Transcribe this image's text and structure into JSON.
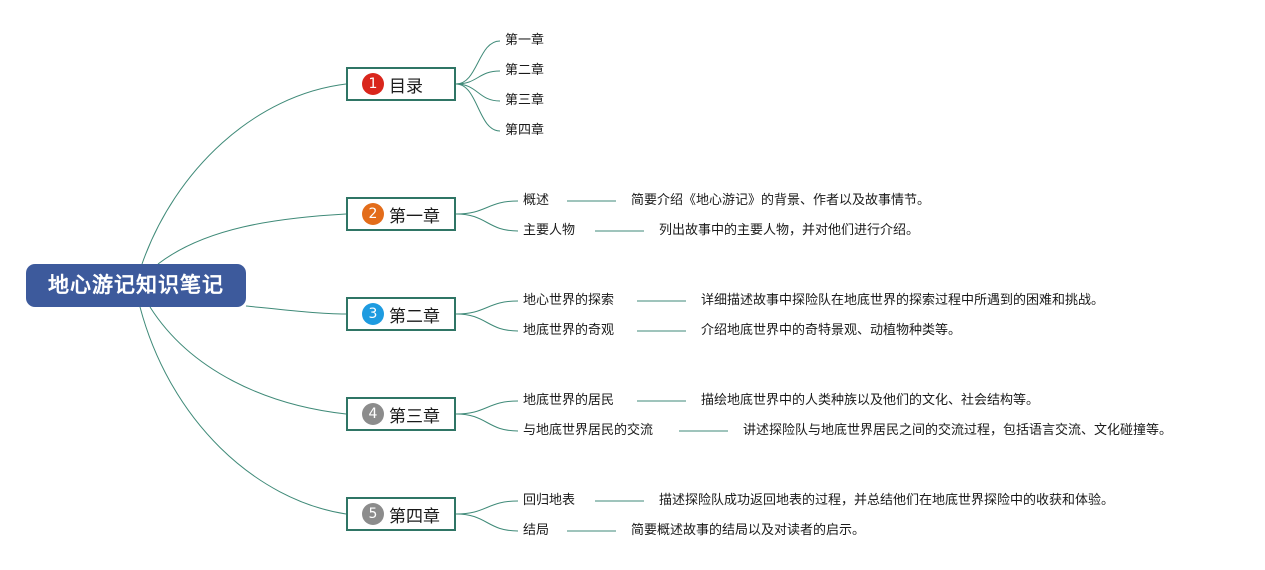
{
  "root": {
    "title": "地心游记知识笔记"
  },
  "colors": {
    "root_fill": "#3d5a9c",
    "chapter_border": "#2f7565",
    "connector": "#3f8a78",
    "badge_1": "#d9261c",
    "badge_2": "#e36c1a",
    "badge_3": "#1e9be0",
    "badge_4": "#8c8c8c",
    "badge_5": "#8c8c8c"
  },
  "chapters": [
    {
      "number": "1",
      "label": "目录",
      "topics": [
        {
          "name": "第一章"
        },
        {
          "name": "第二章"
        },
        {
          "name": "第三章"
        },
        {
          "name": "第四章"
        }
      ]
    },
    {
      "number": "2",
      "label": "第一章",
      "topics": [
        {
          "name": "概述",
          "detail": "简要介绍《地心游记》的背景、作者以及故事情节。"
        },
        {
          "name": "主要人物",
          "detail": "列出故事中的主要人物，并对他们进行介绍。"
        }
      ]
    },
    {
      "number": "3",
      "label": "第二章",
      "topics": [
        {
          "name": "地心世界的探索",
          "detail": "详细描述故事中探险队在地底世界的探索过程中所遇到的困难和挑战。"
        },
        {
          "name": "地底世界的奇观",
          "detail": "介绍地底世界中的奇特景观、动植物种类等。"
        }
      ]
    },
    {
      "number": "4",
      "label": "第三章",
      "topics": [
        {
          "name": "地底世界的居民",
          "detail": "描绘地底世界中的人类种族以及他们的文化、社会结构等。"
        },
        {
          "name": "与地底世界居民的交流",
          "detail": "讲述探险队与地底世界居民之间的交流过程，包括语言交流、文化碰撞等。"
        }
      ]
    },
    {
      "number": "5",
      "label": "第四章",
      "topics": [
        {
          "name": "回归地表",
          "detail": "描述探险队成功返回地表的过程，并总结他们在地底世界探险中的收获和体验。"
        },
        {
          "name": "结局",
          "detail": "简要概述故事的结局以及对读者的启示。"
        }
      ]
    }
  ]
}
